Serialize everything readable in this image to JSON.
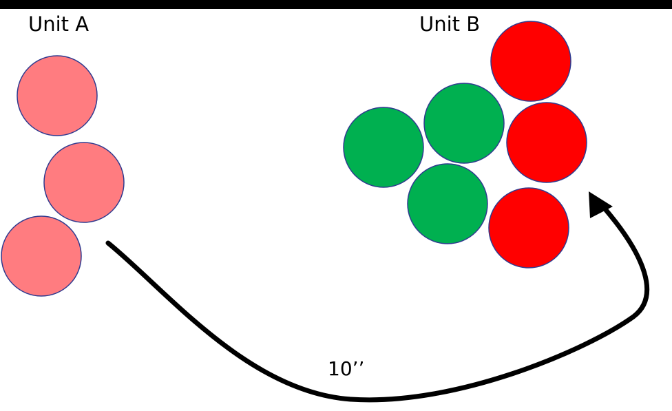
{
  "colors": {
    "background": "#ffffff",
    "top_bar": "#000000",
    "unit_a_fill": "#ff7c80",
    "enemy_fill": "#ff0000",
    "friendly_fill": "#00b050",
    "circle_stroke": "#2f3a8f",
    "arrow": "#000000",
    "text": "#000000"
  },
  "unit_a": {
    "label": "Unit A",
    "model_count": 3
  },
  "unit_b": {
    "label": "Unit B",
    "red_model_count": 3,
    "green_model_count": 3
  },
  "movement": {
    "distance_label": "10’’"
  }
}
